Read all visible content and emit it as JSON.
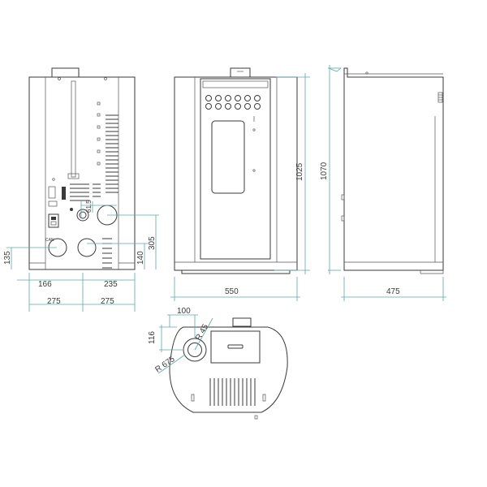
{
  "colors": {
    "outline": "#3a3a3a",
    "dimension": "#5fa8a8",
    "background": "#ffffff"
  },
  "back_view": {
    "dims": {
      "w166": "166",
      "w235": "235",
      "w275_left": "275",
      "w275_right": "275",
      "h135": "135",
      "h305": "305",
      "h140": "140",
      "d61_5": "61.5"
    },
    "labels": {
      "can": "CAN"
    }
  },
  "front_view": {
    "dims": {
      "width": "550",
      "height_1025": "1025",
      "height_1070": "1070"
    }
  },
  "side_view": {
    "dims": {
      "depth": "475"
    }
  },
  "top_view": {
    "dims": {
      "d100": "100",
      "r45": "R 45",
      "d116": "116",
      "r675": "R 675"
    }
  }
}
